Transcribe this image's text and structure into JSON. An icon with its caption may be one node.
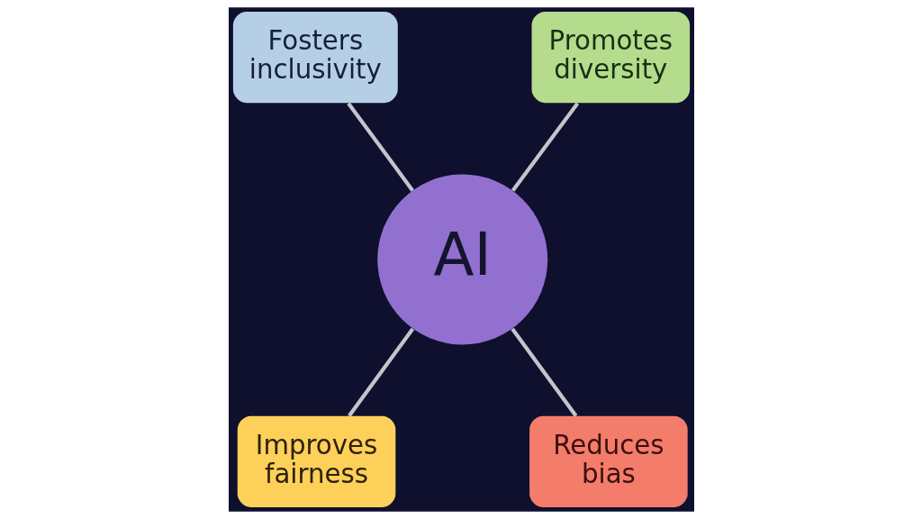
{
  "diagram": {
    "nodes": [
      {
        "text": [
          "Fosters inclusivity"
        ]
      },
      {
        "text": [
          "Promotes diversity"
        ]
      },
      {
        "text": [
          "AI"
        ]
      },
      {
        "text": [
          "Improves fairness"
        ]
      },
      {
        "text": [
          "Reduces bias"
        ]
      }
    ],
    "edges": [
      {
        "from": 0,
        "to": 2,
        "arrow": "none"
      },
      {
        "from": 1,
        "to": 2,
        "arrow": "none"
      },
      {
        "from": 2,
        "to": 3,
        "arrow": "none"
      },
      {
        "from": 2,
        "to": 4,
        "arrow": "none"
      }
    ]
  }
}
